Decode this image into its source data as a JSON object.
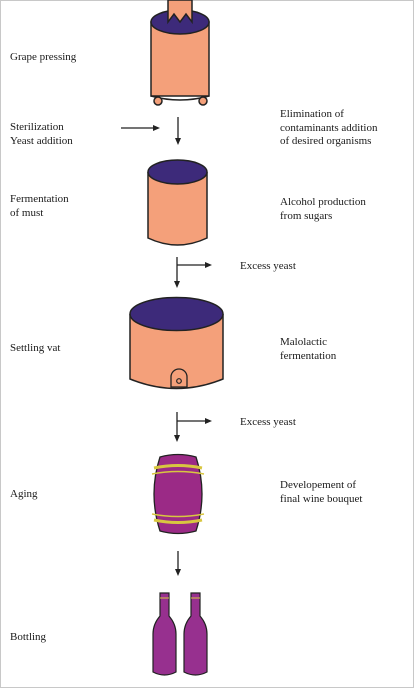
{
  "steps": {
    "grape_pressing": "Grape pressing",
    "sterilization": "Sterilization\nYeast addition",
    "fermentation": "Fermentation\n of must",
    "settling_vat": "Settling vat",
    "aging": "Aging",
    "bottling": "Bottling"
  },
  "notes": {
    "elimination": "Elimination of\ncontaminants addition\nof desired organisms",
    "alcohol": "Alcohol production\nfrom sugars",
    "excess_yeast_1": "Excess yeast",
    "malolactic": "Malolactic\nfermentation",
    "excess_yeast_2": "Excess yeast",
    "bouquet": "Developement of\nfinal wine bouquet"
  },
  "colors": {
    "tank_fill": "#f4a07a",
    "tank_outline": "#222222",
    "tank_inner": "#3d2a7a",
    "barrel_fill": "#9b2a86",
    "barrel_band": "#d8c640",
    "bottle_fill": "#97308f",
    "arrow": "#222222"
  }
}
